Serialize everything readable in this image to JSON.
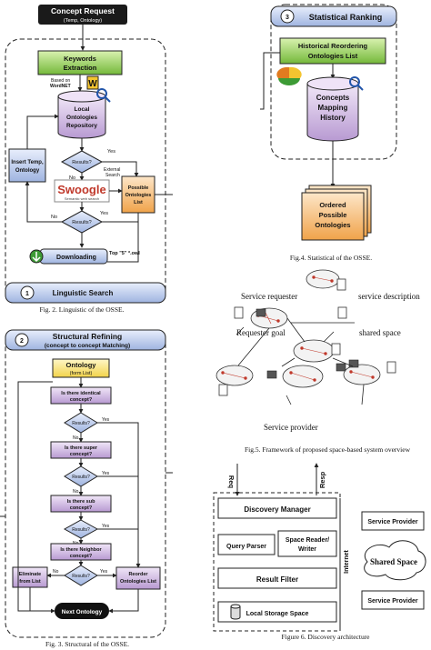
{
  "fig2": {
    "title": "Concept Request",
    "title_sub": "(Temp, Ontology)",
    "keywords": "Keywords Extraction",
    "based_on": "Based on WordNET",
    "repo": "Local Ontologies Repository",
    "results1": "Results?",
    "yes1": "Yes",
    "no1": "No",
    "external": "External Search",
    "swoogle": "Swoogle",
    "swoogle_sub": "Semantic web search",
    "possible": "Possible Ontologies List",
    "insert": "Insert Temp, Ontology",
    "results2": "Results?",
    "yes2": "Yes",
    "no2": "No",
    "downloading": "Downloading",
    "top": "Top \"5\" *.owl",
    "step": "1",
    "footer": "Linguistic Search",
    "caption": "Fig. 2. Linguistic of the OSSE."
  },
  "fig4": {
    "step": "3",
    "title": "Statistical Ranking",
    "historical": "Historical Reordering Ontologies List",
    "history": "Concepts Mapping History",
    "ordered": "Ordered Possible Ontologies",
    "caption": "Fig.4. Statistical of the OSSE."
  },
  "fig5": {
    "requester": "Service requester",
    "description": "service description",
    "goal": "Requester goal",
    "shared": "shared space",
    "provider": "Service provider",
    "caption": "Fig.5. Framework of proposed space-based system overview"
  },
  "fig3": {
    "step": "2",
    "title": "Structural Refining",
    "subtitle": "(concept to concept Matching)",
    "ontology": "Ontology",
    "form_list": "(form List)",
    "q1": "Is there identical concept?",
    "q2": "Is there super concept?",
    "q3": "Is there sub concept?",
    "q4": "Is there Neighbor concept?",
    "results": "Results?",
    "yes": "Yes",
    "no": "No",
    "eliminate": "Eliminate from List",
    "reorder": "Reorder Ontologies List",
    "next": "Next Ontology",
    "caption": "Fig. 3. Structural of the OSSE."
  },
  "fig6": {
    "req": "Req",
    "resp": "Resp",
    "discovery": "Discovery Manager",
    "query": "Query Parser",
    "space_reader": "Space Reader/ Writer",
    "result_filter": "Result Filter",
    "local_storage": "Local Storage Space",
    "internet": "Internet",
    "provider1": "Service Provider",
    "shared": "Shared Space",
    "provider2": "Service Provider",
    "caption": "Figure 6. Discovery architecture"
  }
}
